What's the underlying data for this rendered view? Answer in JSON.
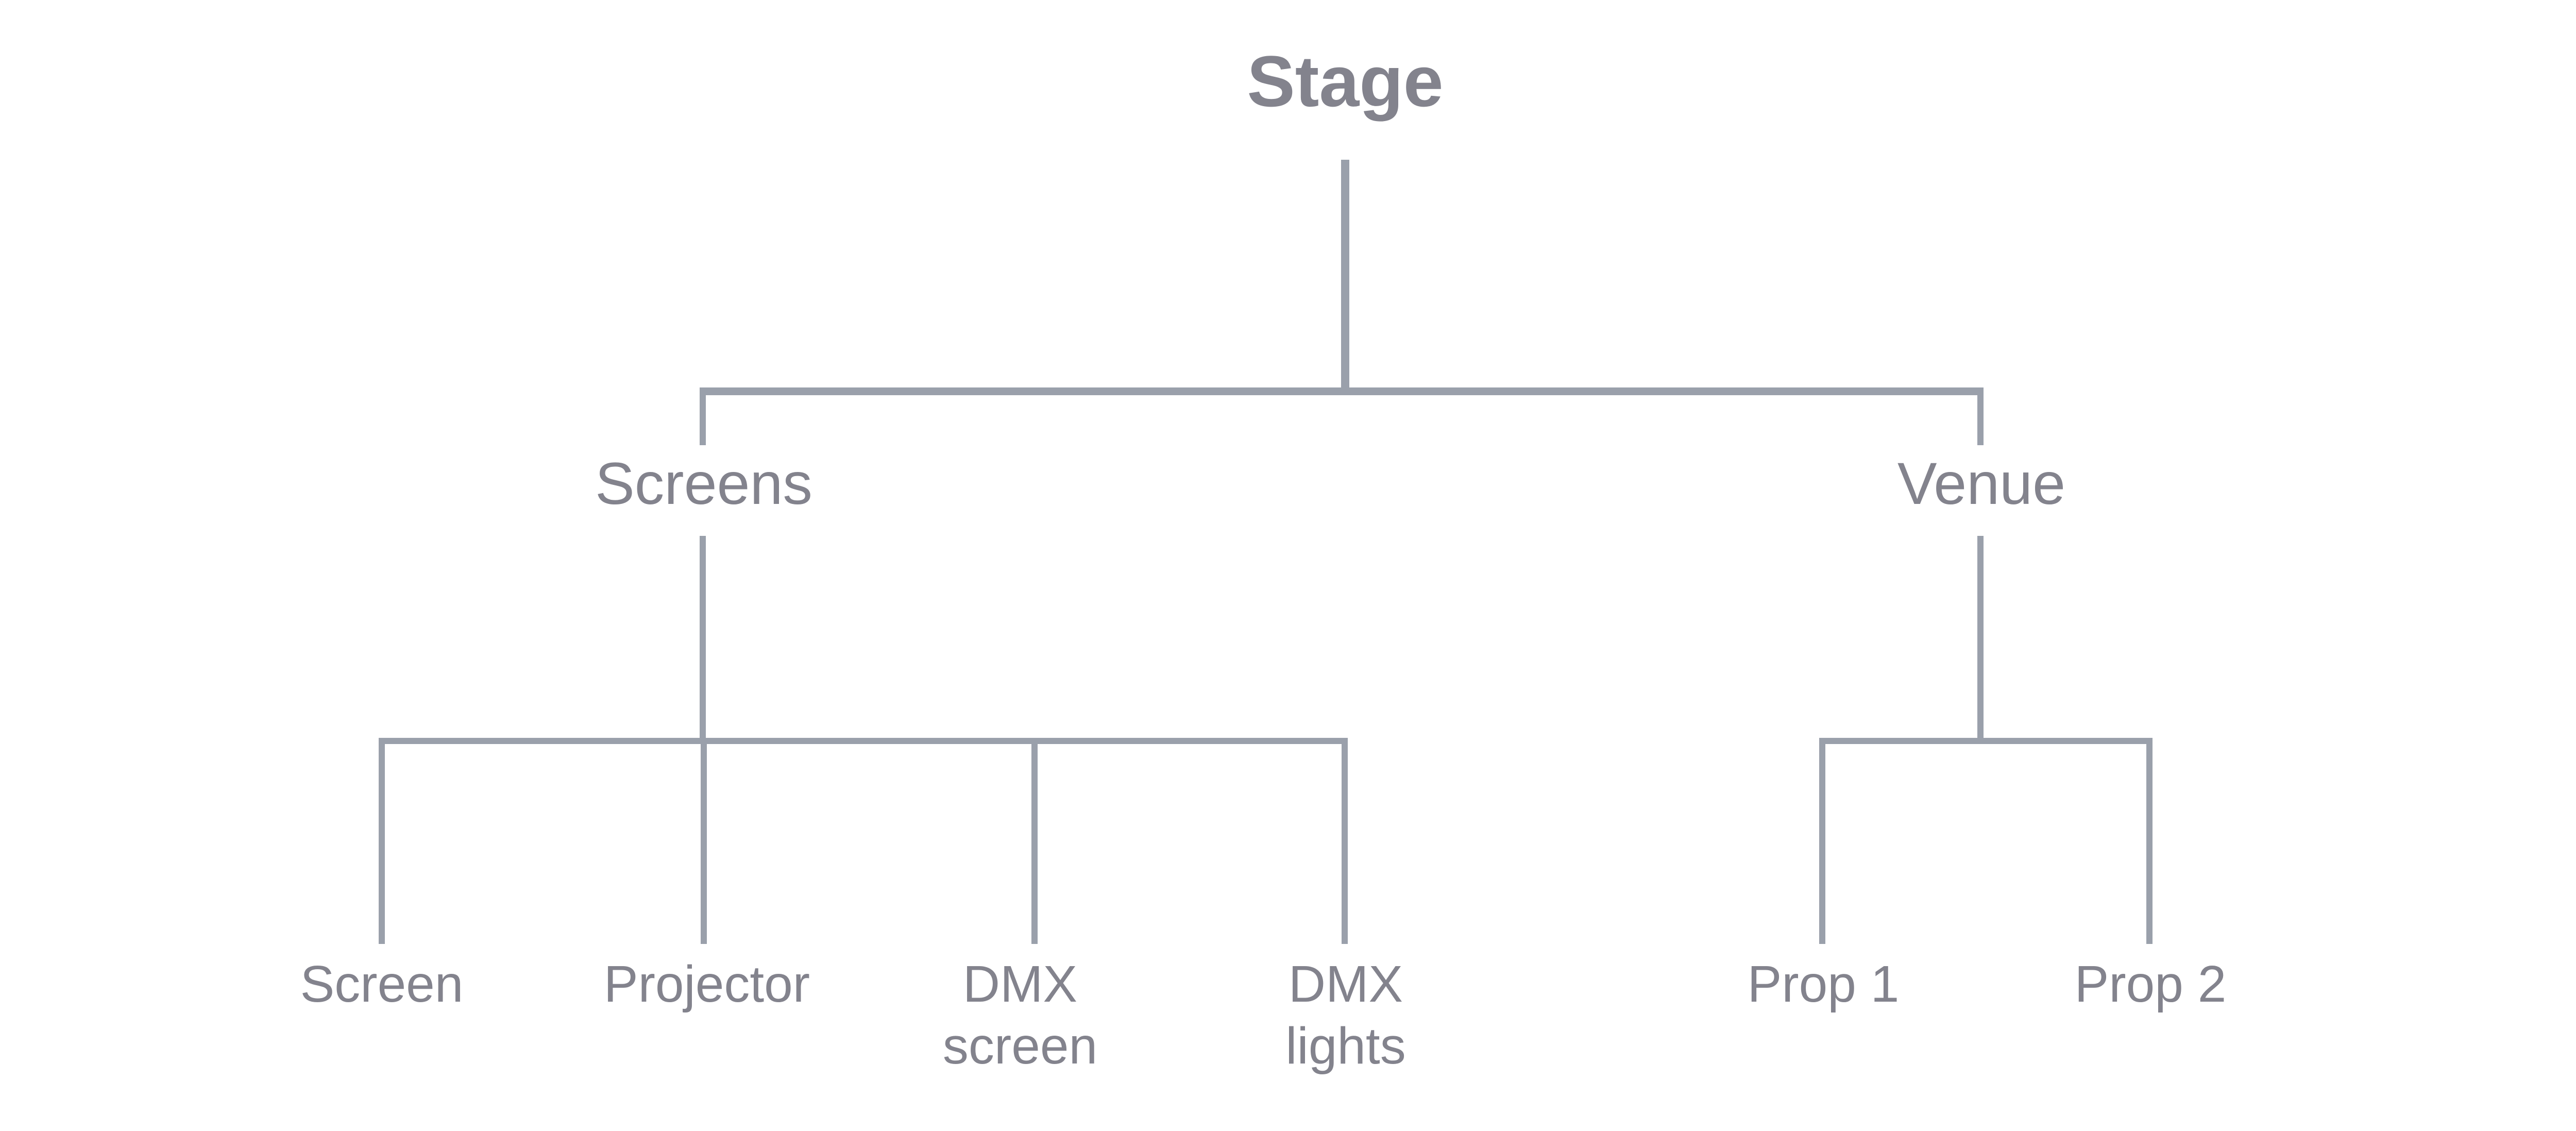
{
  "colors": {
    "background": "#ffffff",
    "line": "#9aa0ab",
    "text": "#83838d"
  },
  "diagram_type": "tree",
  "tree": {
    "label": "Stage",
    "children": [
      {
        "label": "Screens",
        "children": [
          {
            "label": "Screen"
          },
          {
            "label": "Projector"
          },
          {
            "label": "DMX screen"
          },
          {
            "label": "DMX lights"
          }
        ]
      },
      {
        "label": "Venue",
        "children": [
          {
            "label": "Prop 1"
          },
          {
            "label": "Prop 2"
          }
        ]
      }
    ]
  }
}
